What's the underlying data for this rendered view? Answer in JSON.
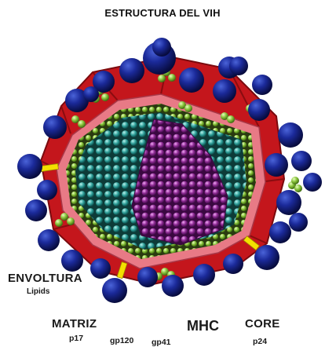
{
  "title": "ESTRUCTURA DEL VIH",
  "labels": {
    "envoltura": "ENVOLTURA",
    "lipids": "Lipids",
    "matriz": "MATRIZ",
    "p17": "p17",
    "gp120": "gp120",
    "gp41": "gp41",
    "mhc": "MHC",
    "core": "CORE",
    "p24": "p24"
  },
  "colors": {
    "shell_red": "#c4161c",
    "shell_pink": "#e87a86",
    "knob_blue": "#16207a",
    "mhc_green": "#8ac43c",
    "core_purple": "#7e1f86",
    "matrix_teal": "#2c9d97",
    "connector_yellow": "#f4e000"
  }
}
